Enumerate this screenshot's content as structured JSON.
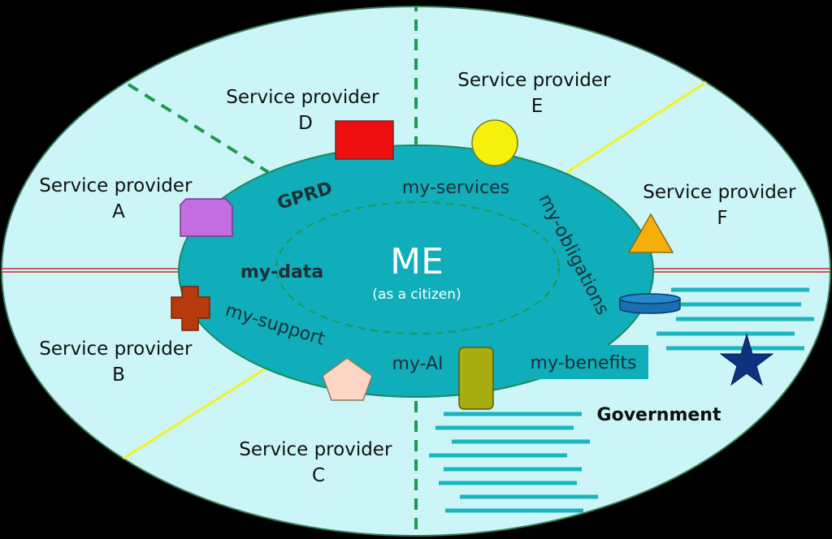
{
  "colors": {
    "background": "#000000",
    "outer_fill": "#ccf5f7",
    "inner_fill": "#10adbb",
    "divider_green": "#1a9b4e",
    "divider_yellow": "#f3f221",
    "divider_red": "#cc2a2a",
    "gov_lines": "#19b5c1"
  },
  "providers": {
    "a": {
      "line1": "Service provider",
      "line2": "A"
    },
    "b": {
      "line1": "Service provider",
      "line2": "B"
    },
    "c": {
      "line1": "Service provider",
      "line2": "C"
    },
    "d": {
      "line1": "Service provider",
      "line2": "D"
    },
    "e": {
      "line1": "Service provider",
      "line2": "E"
    },
    "f": {
      "line1": "Service provider",
      "line2": "F"
    }
  },
  "center": {
    "title": "ME",
    "subtitle": "(as a citizen)"
  },
  "inner_labels": {
    "gprd": "GPRD",
    "my_services": "my-services",
    "my_obligations": "my-obligations",
    "my_data": "my-data",
    "my_support": "my-support",
    "my_ai": "my-AI",
    "my_benefits": "my-benefits"
  },
  "government": "Government",
  "shapes": {
    "a": "purple-clipped-rectangle",
    "b": "red-cross",
    "c": "pink-pentagon",
    "d": "red-rectangle",
    "e": "yellow-circle",
    "f": "orange-triangle",
    "obligations": "blue-cylinder",
    "ai": "olive-rounded-rectangle",
    "government": "navy-star"
  }
}
